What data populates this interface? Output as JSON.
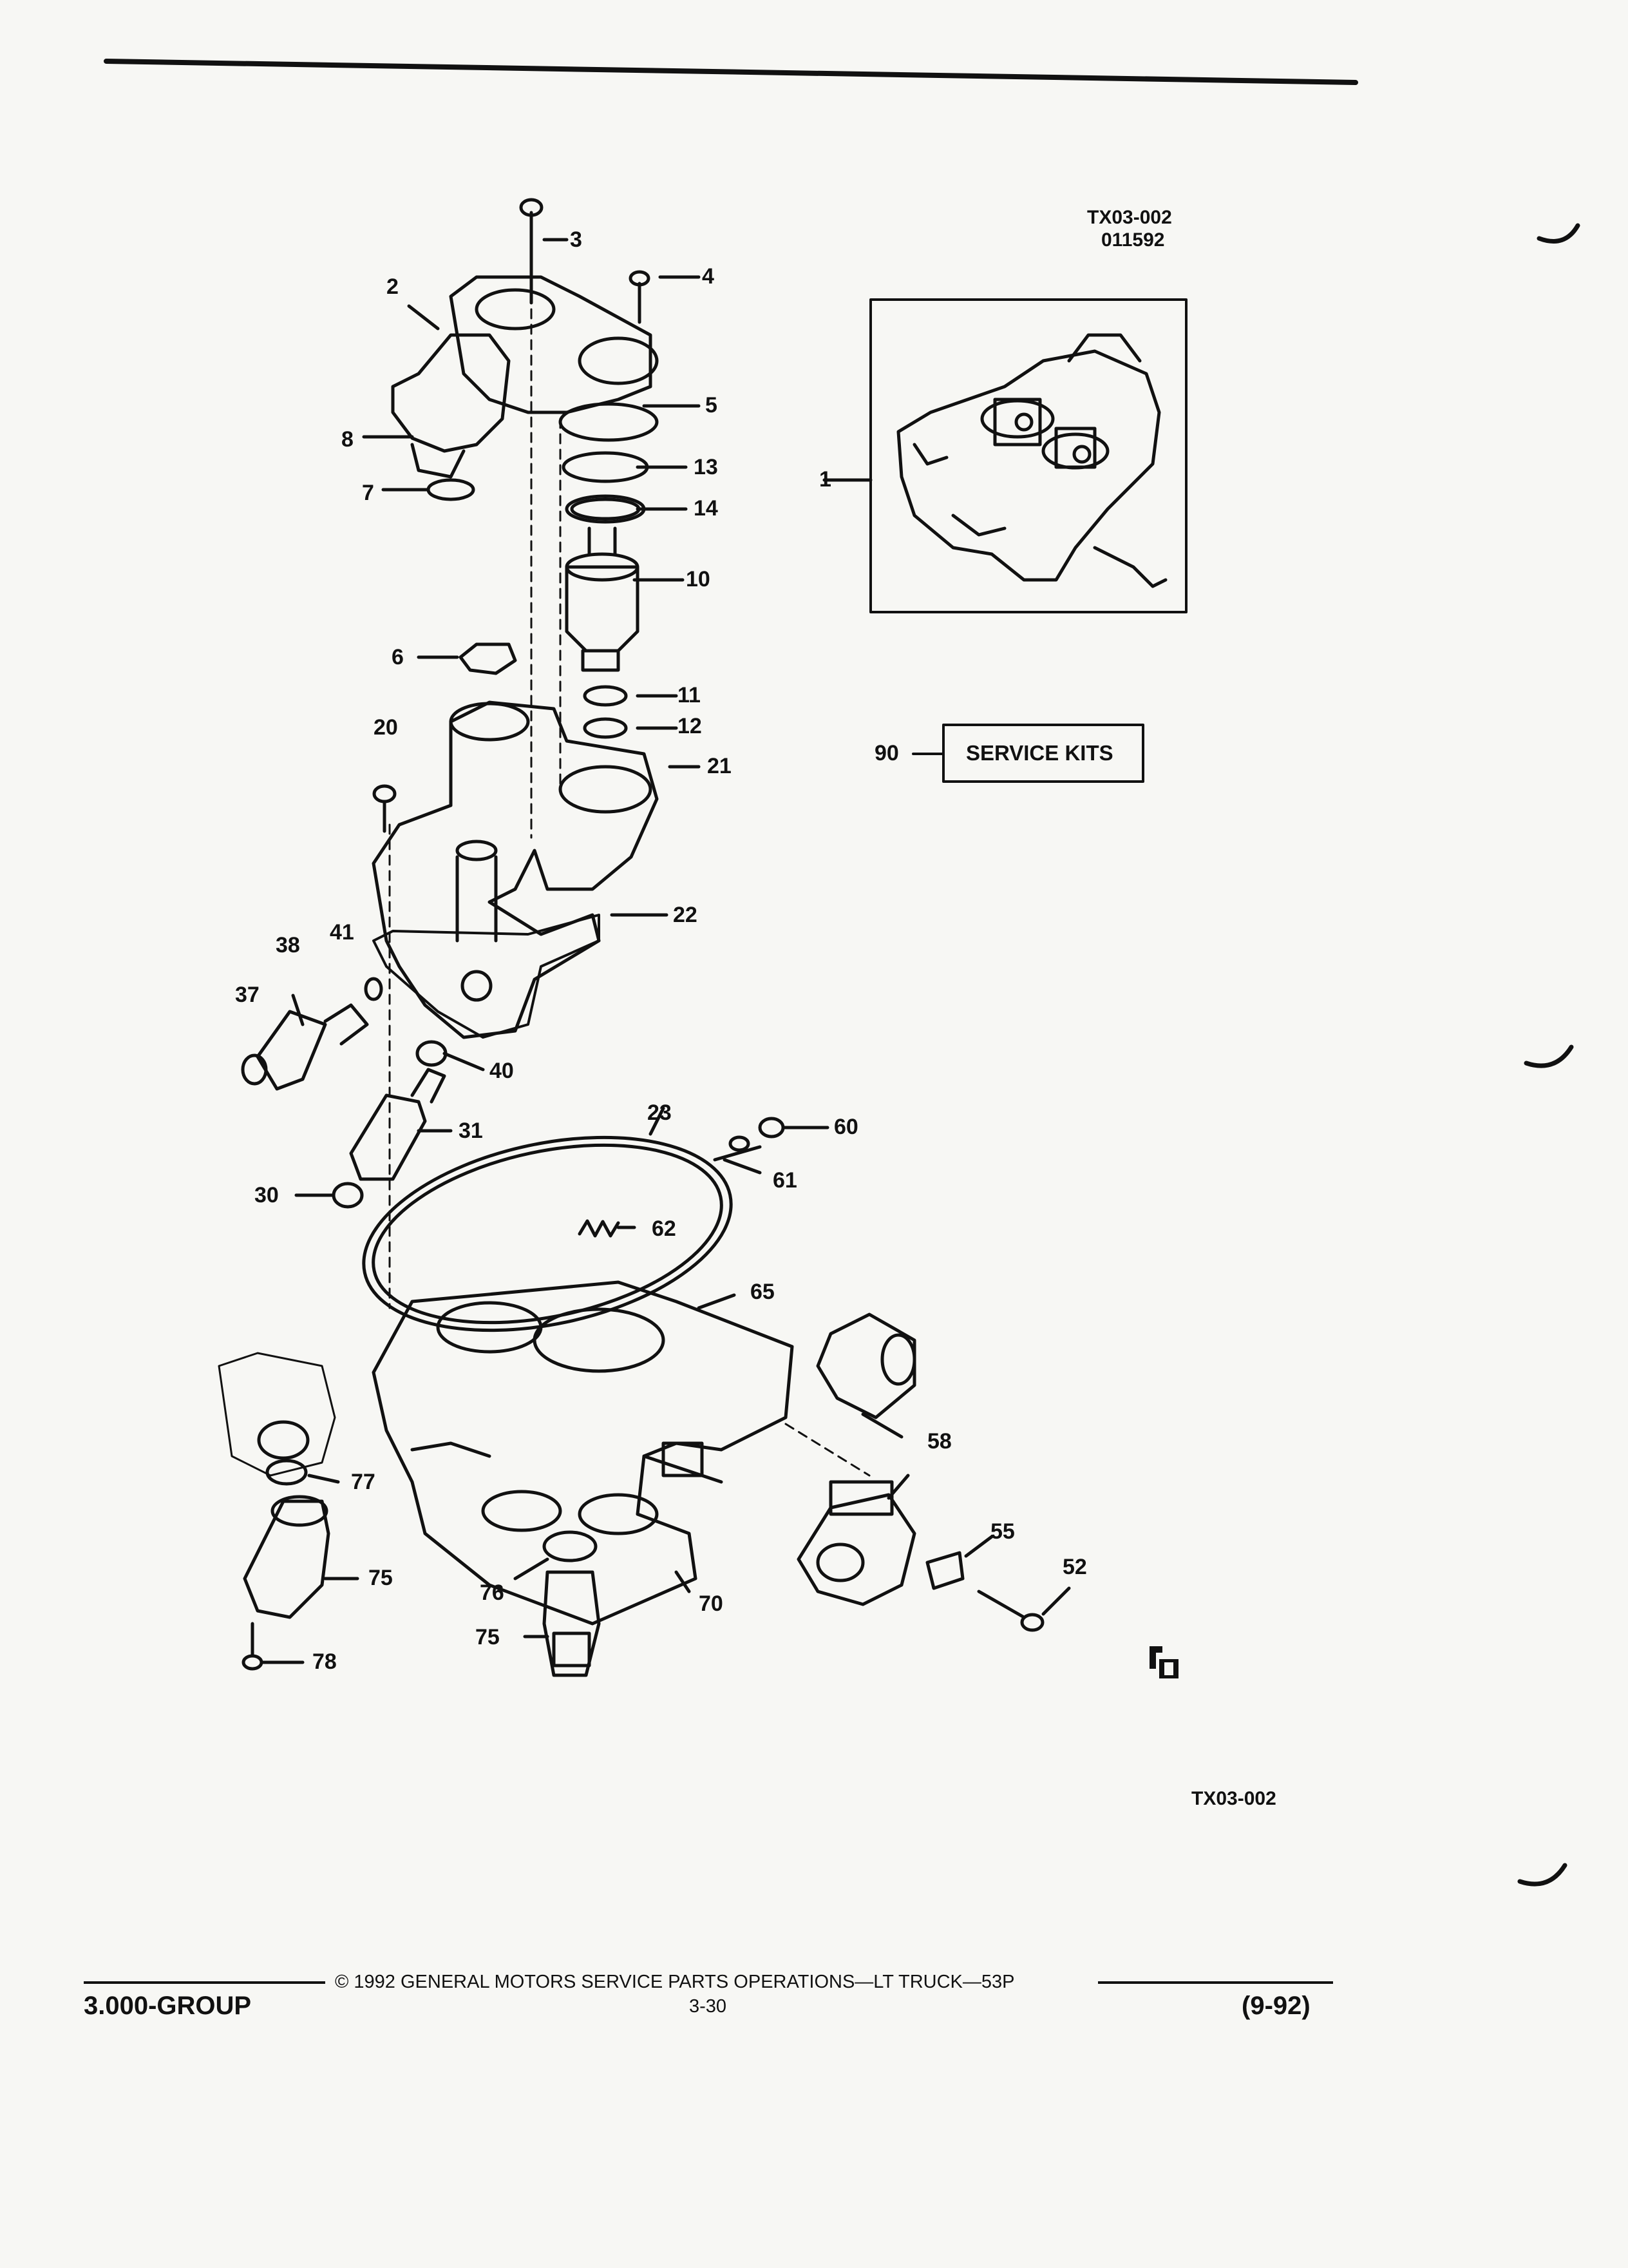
{
  "header": {
    "figure_code": "TX03-002",
    "date_code": "011592"
  },
  "callouts": {
    "c1": "1",
    "c2": "2",
    "c3": "3",
    "c4": "4",
    "c5": "5",
    "c6": "6",
    "c7": "7",
    "c8": "8",
    "c10": "10",
    "c11": "11",
    "c12": "12",
    "c13": "13",
    "c14": "14",
    "c20": "20",
    "c21": "21",
    "c22": "22",
    "c23": "23",
    "c30": "30",
    "c31": "31",
    "c37": "37",
    "c38": "38",
    "c40": "40",
    "c41": "41",
    "c52": "52",
    "c55": "55",
    "c58": "58",
    "c60": "60",
    "c61": "61",
    "c62": "62",
    "c65": "65",
    "c70": "70",
    "c75a": "75",
    "c75b": "75",
    "c76": "76",
    "c77": "77",
    "c78": "78",
    "c90": "90"
  },
  "service_kits_label": "SERVICE KITS",
  "footer_figure_code": "TX03-002",
  "footer": {
    "group": "3.000-GROUP",
    "copyright": "© 1992 GENERAL MOTORS SERVICE PARTS OPERATIONS—LT TRUCK—53P",
    "page": "3-30",
    "revision": "(9-92)"
  }
}
